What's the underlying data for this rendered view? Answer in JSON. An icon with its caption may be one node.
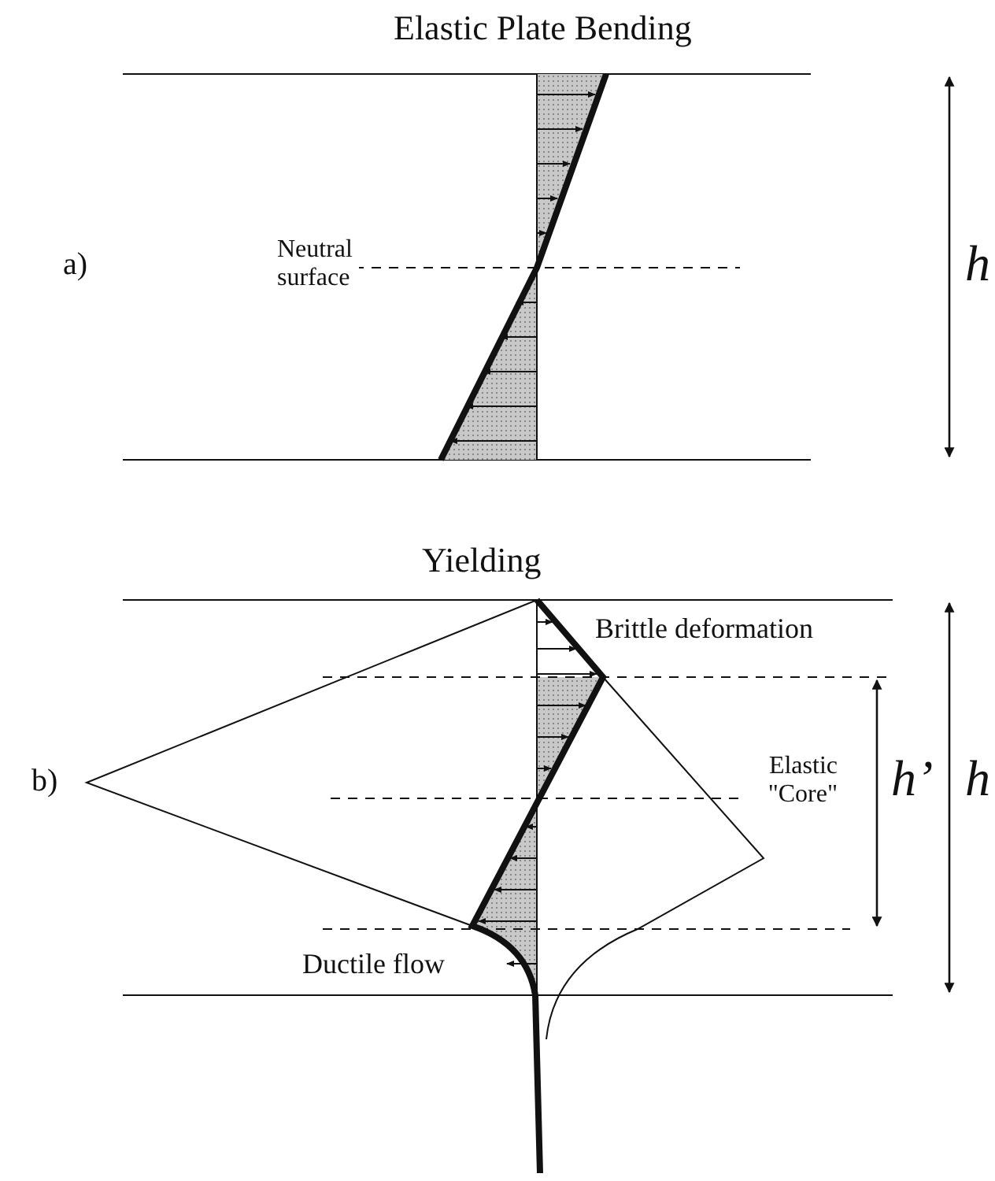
{
  "diagram": {
    "labels": [
      "Elastic Plate Bending",
      "a)",
      "Neutral surface",
      "h",
      "Yielding",
      "b)",
      "Brittle deformation",
      "Elastic \"Core\"",
      "h’",
      "h",
      "Ductile flow"
    ]
  }
}
